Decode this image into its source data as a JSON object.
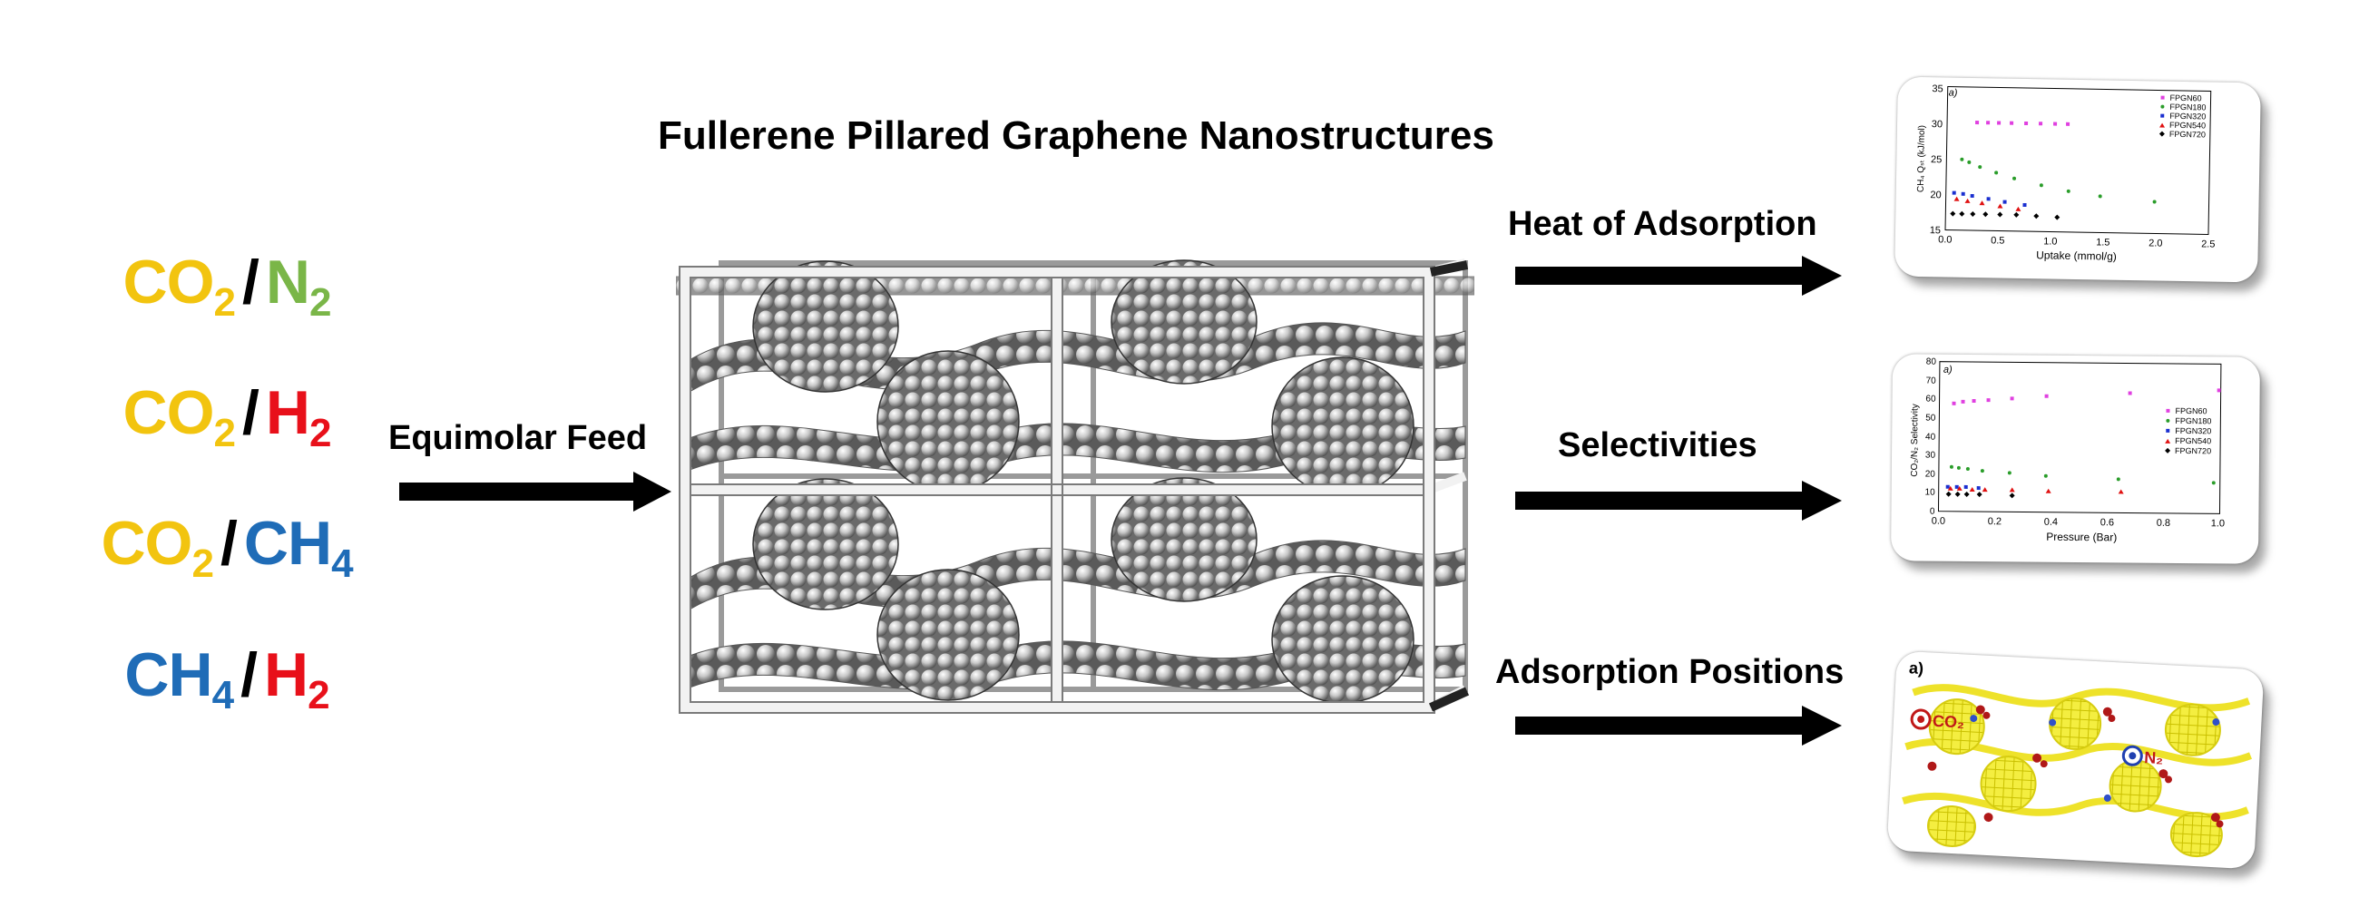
{
  "title": "Fullerene Pillared Graphene Nanostructures",
  "colors": {
    "co2": "#f2c40f",
    "n2": "#7ab648",
    "h2": "#e8101a",
    "ch4": "#1f6cb7"
  },
  "pairs": [
    {
      "a": "CO",
      "a_sub": "2",
      "b": "N",
      "b_sub": "2",
      "slash": "/"
    },
    {
      "a": "CO",
      "a_sub": "2",
      "b": "H",
      "b_sub": "2",
      "slash": "/"
    },
    {
      "a": "CO",
      "a_sub": "2",
      "b": "CH",
      "b_sub": "4",
      "slash": "/"
    },
    {
      "a": "CH",
      "a_sub": "4",
      "b": "H",
      "b_sub": "2",
      "slash": "/"
    }
  ],
  "feed_label": "Equimolar Feed",
  "outputs": [
    {
      "label": "Heat of Adsorption"
    },
    {
      "label": "Selectivities"
    },
    {
      "label": "Adsorption Positions"
    }
  ],
  "cards": {
    "heat": {
      "panel": "a)",
      "xlabel": "Uptake (mmol/g)",
      "ylabel": "CH₄ Qₛₜ (kJ/mol)",
      "xticks": [
        "0.0",
        "0.5",
        "1.0",
        "1.5",
        "2.0",
        "2.5"
      ],
      "yticks": [
        "15",
        "20",
        "25",
        "30",
        "35"
      ],
      "legend": [
        "FPGN60",
        "FPGN180",
        "FPGN320",
        "FPGN540",
        "FPGN720"
      ]
    },
    "selectivity": {
      "panel": "a)",
      "xlabel": "Pressure (Bar)",
      "ylabel": "CO₂/N₂ Selectivity",
      "xticks": [
        "0.0",
        "0.2",
        "0.4",
        "0.6",
        "0.8",
        "1.0"
      ],
      "yticks": [
        "0",
        "10",
        "20",
        "30",
        "40",
        "50",
        "60",
        "70",
        "80"
      ],
      "legend": [
        "FPGN60",
        "FPGN180",
        "FPGN320",
        "FPGN540",
        "FPGN720"
      ]
    },
    "positions": {
      "panel": "a)",
      "co2_label": "CO₂",
      "n2_label": "N₂"
    }
  }
}
